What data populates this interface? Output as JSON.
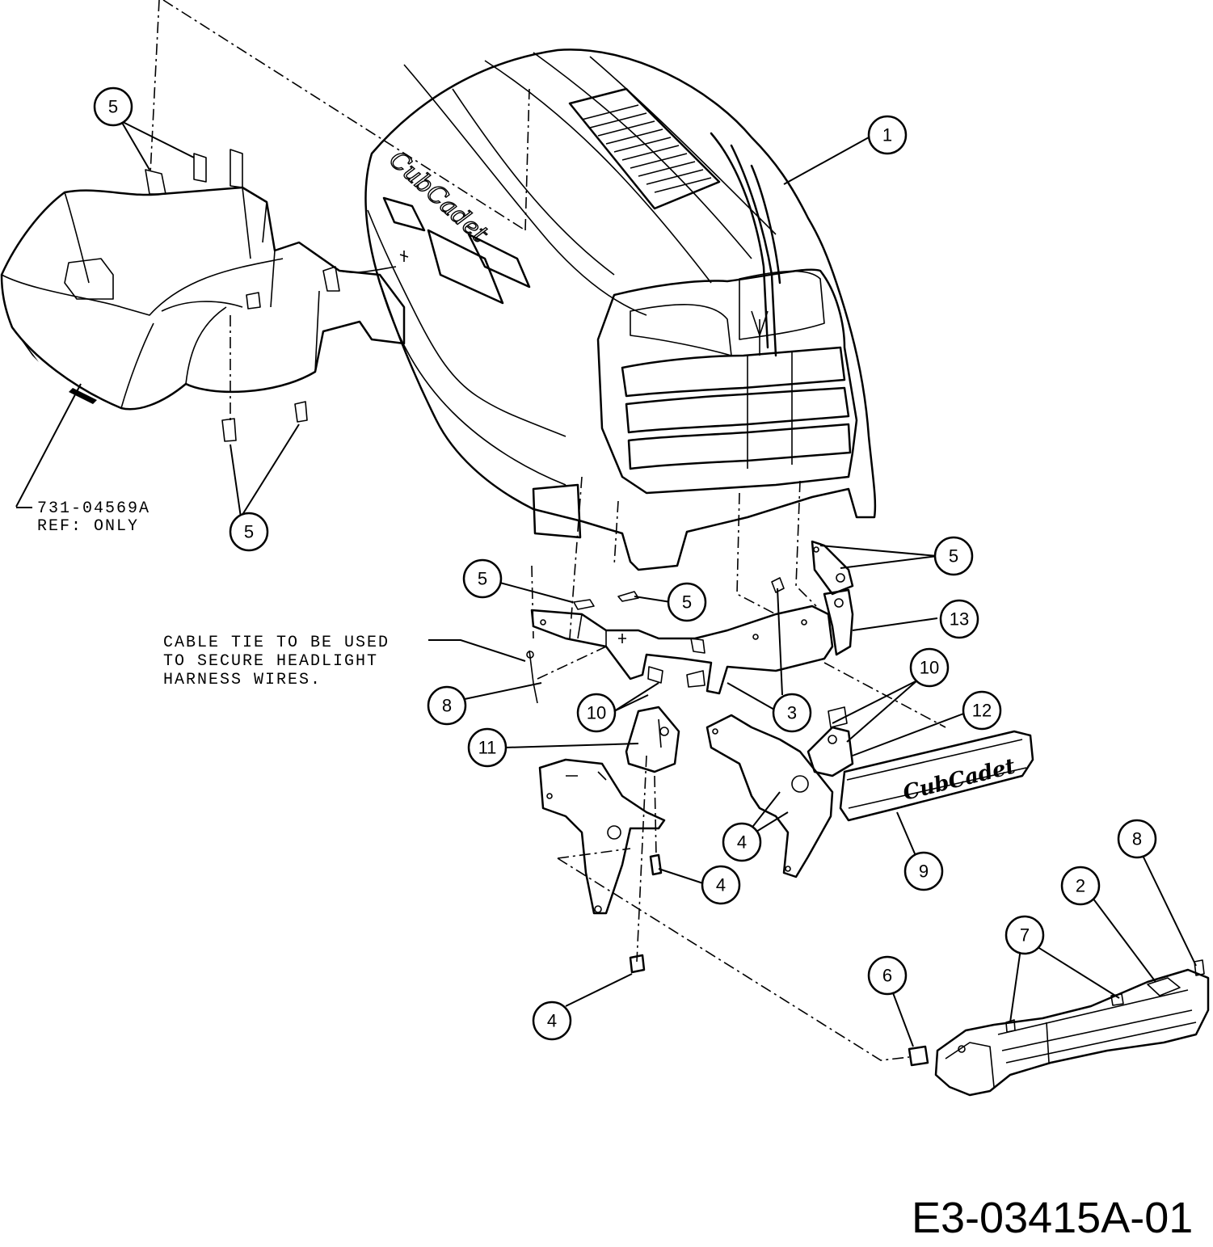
{
  "diagram": {
    "drawing_number": "E3-03415A-01",
    "callouts": [
      {
        "id": "c1",
        "number": "1"
      },
      {
        "id": "c5a",
        "number": "5"
      },
      {
        "id": "c5b",
        "number": "5"
      },
      {
        "id": "c5c",
        "number": "5"
      },
      {
        "id": "c5d",
        "number": "5"
      },
      {
        "id": "c5e",
        "number": "5"
      },
      {
        "id": "c13",
        "number": "13"
      },
      {
        "id": "c10a",
        "number": "10"
      },
      {
        "id": "c10b",
        "number": "10"
      },
      {
        "id": "c12",
        "number": "12"
      },
      {
        "id": "c8a",
        "number": "8"
      },
      {
        "id": "c3",
        "number": "3"
      },
      {
        "id": "c11",
        "number": "11"
      },
      {
        "id": "c4a",
        "number": "4"
      },
      {
        "id": "c4b",
        "number": "4"
      },
      {
        "id": "c4c",
        "number": "4"
      },
      {
        "id": "c9",
        "number": "9"
      },
      {
        "id": "c8b",
        "number": "8"
      },
      {
        "id": "c2",
        "number": "2"
      },
      {
        "id": "c7",
        "number": "7"
      },
      {
        "id": "c6",
        "number": "6"
      }
    ],
    "part_reference": {
      "line1": "731-04569A",
      "line2": "REF: ONLY"
    },
    "cable_tie_note": {
      "line1": "CABLE TIE TO BE USED",
      "line2": "TO SECURE HEADLIGHT",
      "line3": "HARNESS WIRES."
    },
    "hood_logo": "CubCadet",
    "grille_logo": "CubCadet"
  }
}
